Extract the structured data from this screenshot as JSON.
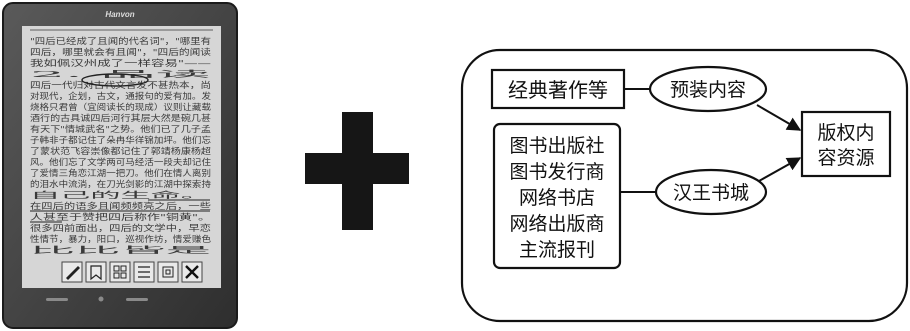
{
  "ereader": {
    "brand": "Hanvon",
    "screen_lines": [
      "\"四后已经成了且闻的代名词\"，\"哪里有",
      "四后，哪里就会有且闻\"，\"四后的闻读",
      "我如佩汉州成了一样容易\"——",
      "2. 品读",
      "四后一代归对古代文言发不甚热本，尚",
      "对现代，企划，古文，通报句的爱有加。发",
      "烧格只君曾（宜阅读长的现成）议则让藏载",
      "酒行的古具诚四后河行其层大然是碗几甚",
      "有天下\"情城武名\"之势。他们已了几子孟",
      "子韩非子都记住了朵冉华徉锦加坪。他们忘",
      "了蒙状范飞容崇像都记住了郭靖杨康杨超",
      "风。他们忘了文学两可马经活一段夫却记住",
      "了爱情三角恋江湖一把刀。他们在情人离别",
      "的泪水中流淌，在刀光剑影的江湖中探索持",
      "自己的生命。",
      "在四后的语多且闻频频亮之后，一些",
      "人甚至于赞把四后称作\"铜黄\"。",
      "很多四前面出，四后的文学中，早恋",
      "性情节，暴力，阳口，巡视作坊，情爱赚色",
      "比比皆是"
    ],
    "toolbar_icons": [
      "pen-icon",
      "bookmark-icon",
      "grid-icon",
      "menu-icon",
      "rotate-icon",
      "close-icon"
    ],
    "bottom_buttons": [
      "back-button",
      "home-button",
      "menu-button"
    ]
  },
  "plus": "+",
  "diagram": {
    "classics_box": "经典著作等",
    "preinstalled_node": "预装内容",
    "publishers_box": [
      "图书出版社",
      "图书发行商",
      "网络书店",
      "网络出版商",
      "主流报刊"
    ],
    "store_node": "汉王书城",
    "copyright_box": [
      "版权内",
      "容资源"
    ]
  }
}
